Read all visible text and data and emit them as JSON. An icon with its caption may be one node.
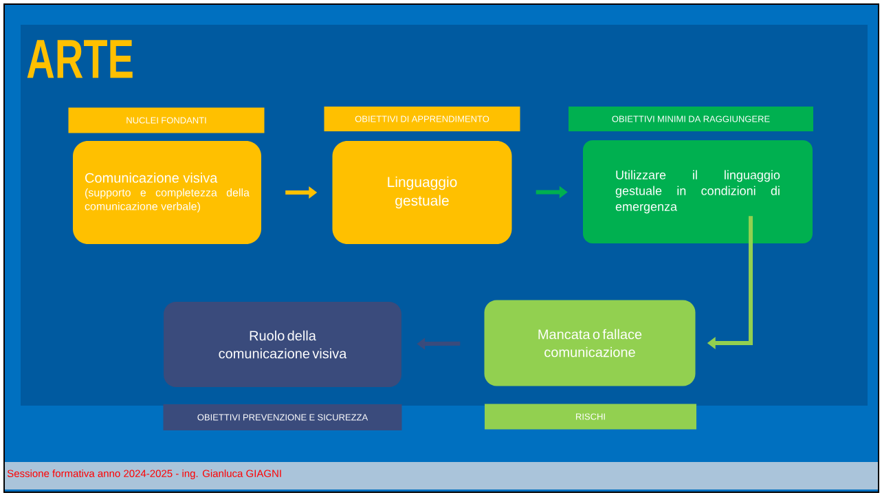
{
  "diagram": {
    "title": "ARTE",
    "nodes": [
      {
        "text": [
          "NUCLEI FONDANTI"
        ]
      },
      {
        "text": [
          "Comunicazione visiva",
          "(supporto e completezza della comunicazione verbale)"
        ]
      },
      {
        "text": [
          "OBIETTIVI DI APPRENDIMENTO"
        ]
      },
      {
        "text": [
          "Linguaggio gestuale"
        ]
      },
      {
        "text": [
          "OBIETTIVI MINIMI DA RAGGIUNGERE"
        ]
      },
      {
        "text": [
          "Utilizzare il linguaggio gestuale in condizioni di emergenza"
        ]
      },
      {
        "text": [
          "Ruolo della comunicazione visiva"
        ]
      },
      {
        "text": [
          "Mancata o fallace comunicazione"
        ]
      },
      {
        "text": [
          "OBIETTIVI PREVENZIONE E SICUREZZA"
        ]
      },
      {
        "text": [
          "RISCHI"
        ]
      }
    ],
    "edges": [
      {
        "from": 1,
        "to": 3,
        "arrow": "to",
        "color": "#ffc000"
      },
      {
        "from": 3,
        "to": 5,
        "arrow": "to",
        "color": "#00b050"
      },
      {
        "from": 5,
        "to": 7,
        "arrow": "to",
        "color": "#92d050"
      },
      {
        "from": 7,
        "to": 6,
        "arrow": "to",
        "color": "#3a4b7c"
      }
    ],
    "labels": [
      "Sessione formativa anno 2024-2025 - ing. Gianluca GIAGNI"
    ]
  }
}
